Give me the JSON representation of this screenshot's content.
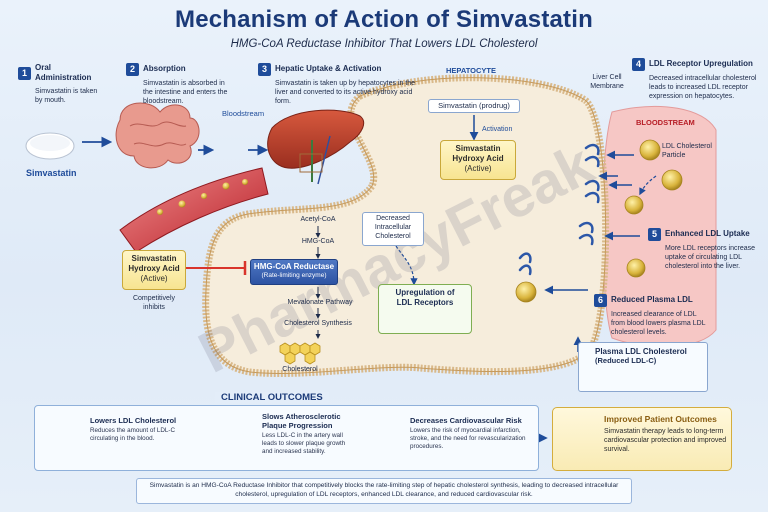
{
  "title": "Mechanism of Action of Simvastatin",
  "subtitle": "HMG-CoA Reductase Inhibitor That Lowers LDL Cholesterol",
  "steps": [
    {
      "num": "1",
      "title": "Oral Administration",
      "desc": "Simvastatin is taken by mouth."
    },
    {
      "num": "2",
      "title": "Absorption",
      "desc": "Simvastatin is absorbed in the intestine and enters the bloodstream."
    },
    {
      "num": "3",
      "title": "Hepatic Uptake & Activation",
      "desc": "Simvastatin is taken up by hepatocytes in the liver and converted to its active hydroxy acid form."
    },
    {
      "num": "4",
      "title": "LDL Receptor Upregulation",
      "desc": "Decreased intracellular cholesterol leads to increased LDL receptor expression on hepatocytes."
    },
    {
      "num": "5",
      "title": "Enhanced LDL Uptake",
      "desc": "More LDL receptors increase uptake of circulating LDL cholesterol into the liver."
    },
    {
      "num": "6",
      "title": "Reduced Plasma LDL",
      "desc": "Increased clearance of LDL from blood lowers plasma LDL cholesterol levels."
    }
  ],
  "labels": {
    "simvastatin": "Simvastatin",
    "bloodstream_left": "Bloodstream",
    "hepatocyte": "HEPATOCYTE",
    "liver_cell_membrane": "Liver Cell Membrane",
    "prodrug": "Simvastatin (prodrug)",
    "activation": "Activation",
    "active_drug_line1": "Simvastatin",
    "active_drug_line2": "Hydroxy Acid",
    "active_drug_line3": "(Active)",
    "acetyl_coa": "Acetyl-CoA",
    "hmg_coa": "HMG-CoA",
    "enzyme_line1": "HMG-CoA Reductase",
    "enzyme_line2": "(Rate-limiting enzyme)",
    "mevalonate": "Mevalonate Pathway",
    "chol_synthesis": "Cholesterol Synthesis",
    "cholesterol": "Cholesterol",
    "decreased_line1": "Decreased",
    "decreased_line2": "Intracellular",
    "decreased_line3": "Cholesterol",
    "upreg_line1": "Upregulation of",
    "upreg_line2": "LDL Receptors",
    "competitively_inhibits": "Competitively inhibits",
    "bloodstream_right": "BLOODSTREAM",
    "ldl_particle_line1": "LDL Cholesterol",
    "ldl_particle_line2": "Particle",
    "plasma_line1": "Plasma LDL Cholesterol",
    "plasma_line2": "(Reduced LDL-C)"
  },
  "clinical": {
    "title": "CLINICAL OUTCOMES",
    "items": [
      {
        "title": "Lowers LDL Cholesterol",
        "desc": "Reduces the amount of LDL-C circulating in the blood."
      },
      {
        "title": "Slows Atherosclerotic Plaque Progression",
        "desc": "Less LDL-C in the artery wall leads to slower plaque growth and increased stability."
      },
      {
        "title": "Decreases Cardiovascular Risk",
        "desc": "Lowers the risk of myocardial infarction, stroke, and the need for revascularization procedures."
      }
    ],
    "improved_title": "Improved Patient Outcomes",
    "improved_desc": "Simvastatin therapy leads to long-term cardiovascular protection and improved survival."
  },
  "summary": "Simvastatin is an HMG-CoA Reductase Inhibitor that competitively blocks the rate-limiting step of hepatic cholesterol synthesis, leading to decreased intracellular cholesterol, upregulation of LDL receptors, enhanced LDL clearance, and reduced cardiovascular risk.",
  "watermark": "PharmacyFreak",
  "colors": {
    "title_blue": "#1b3a78",
    "step_badge": "#1f4c9a",
    "enzyme_blue": "#2d53a3",
    "inhibit_red": "#d9342b",
    "hepatocyte_fill": "#f6eddc",
    "blood_red": "#c6202a",
    "ldl_gold": "#d9b43c"
  },
  "icons": [
    "pill-icon",
    "intestine-icon",
    "liver-icon",
    "blood-vessel-icon",
    "shield-check-icon",
    "artery-plaque-icon",
    "heart-icon",
    "gold-shield-icon",
    "ldl-receptor-icon",
    "ldl-particle-icon"
  ]
}
